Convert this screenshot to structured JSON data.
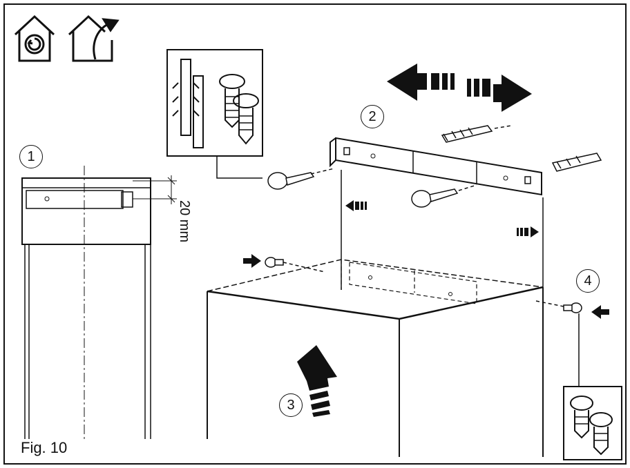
{
  "figure": {
    "caption": "Fig. 10",
    "dimension": "20 mm",
    "steps": [
      "1",
      "2",
      "3",
      "4"
    ]
  },
  "icons": {
    "recirculation": "recirculation-house-icon",
    "extraction": "extraction-house-icon"
  },
  "colors": {
    "ink": "#111111",
    "background": "#ffffff"
  }
}
